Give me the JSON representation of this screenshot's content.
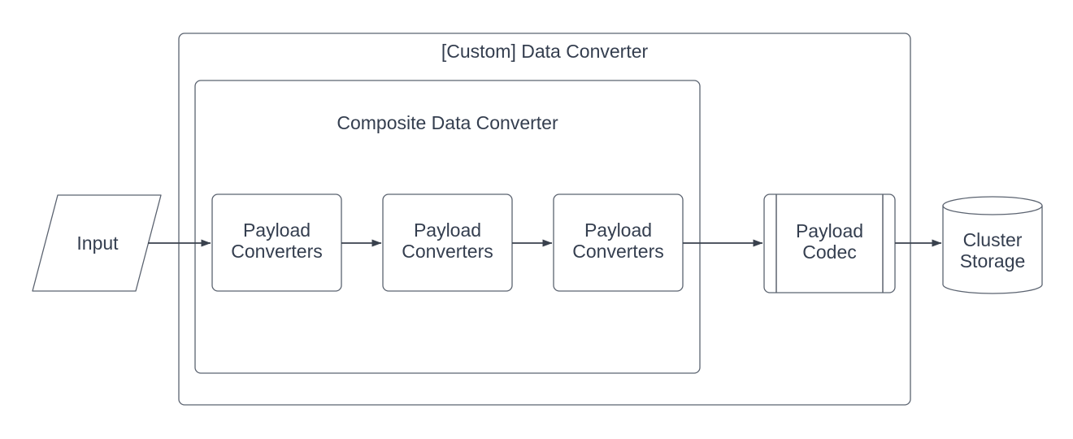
{
  "diagram": {
    "type": "flowchart",
    "title": "[Custom] Data Converter",
    "colors": {
      "background": "#ffffff",
      "shape_stroke": "#5b6370",
      "arrow": "#39414d",
      "text": "#343e4f"
    },
    "containers": {
      "outer": {
        "label": "[Custom] Data Converter",
        "shape": "rounded-rectangle"
      },
      "inner": {
        "label": "Composite Data Converter",
        "shape": "rounded-rectangle"
      }
    },
    "nodes": {
      "input": {
        "shape": "parallelogram",
        "label": "Input"
      },
      "converter1": {
        "shape": "rounded-rectangle",
        "line1": "Payload",
        "line2": "Converters"
      },
      "converter2": {
        "shape": "rounded-rectangle",
        "line1": "Payload",
        "line2": "Converters"
      },
      "converter3": {
        "shape": "rounded-rectangle",
        "line1": "Payload",
        "line2": "Converters"
      },
      "codec": {
        "shape": "subroutine",
        "line1": "Payload",
        "line2": "Codec"
      },
      "storage": {
        "shape": "cylinder",
        "line1": "Cluster",
        "line2": "Storage"
      }
    },
    "edges": [
      {
        "from": "Input",
        "to": "Payload Converters (1)"
      },
      {
        "from": "Payload Converters (1)",
        "to": "Payload Converters (2)"
      },
      {
        "from": "Payload Converters (2)",
        "to": "Payload Converters (3)"
      },
      {
        "from": "Payload Converters (3)",
        "to": "Payload Codec"
      },
      {
        "from": "Payload Codec",
        "to": "Cluster Storage"
      }
    ]
  }
}
